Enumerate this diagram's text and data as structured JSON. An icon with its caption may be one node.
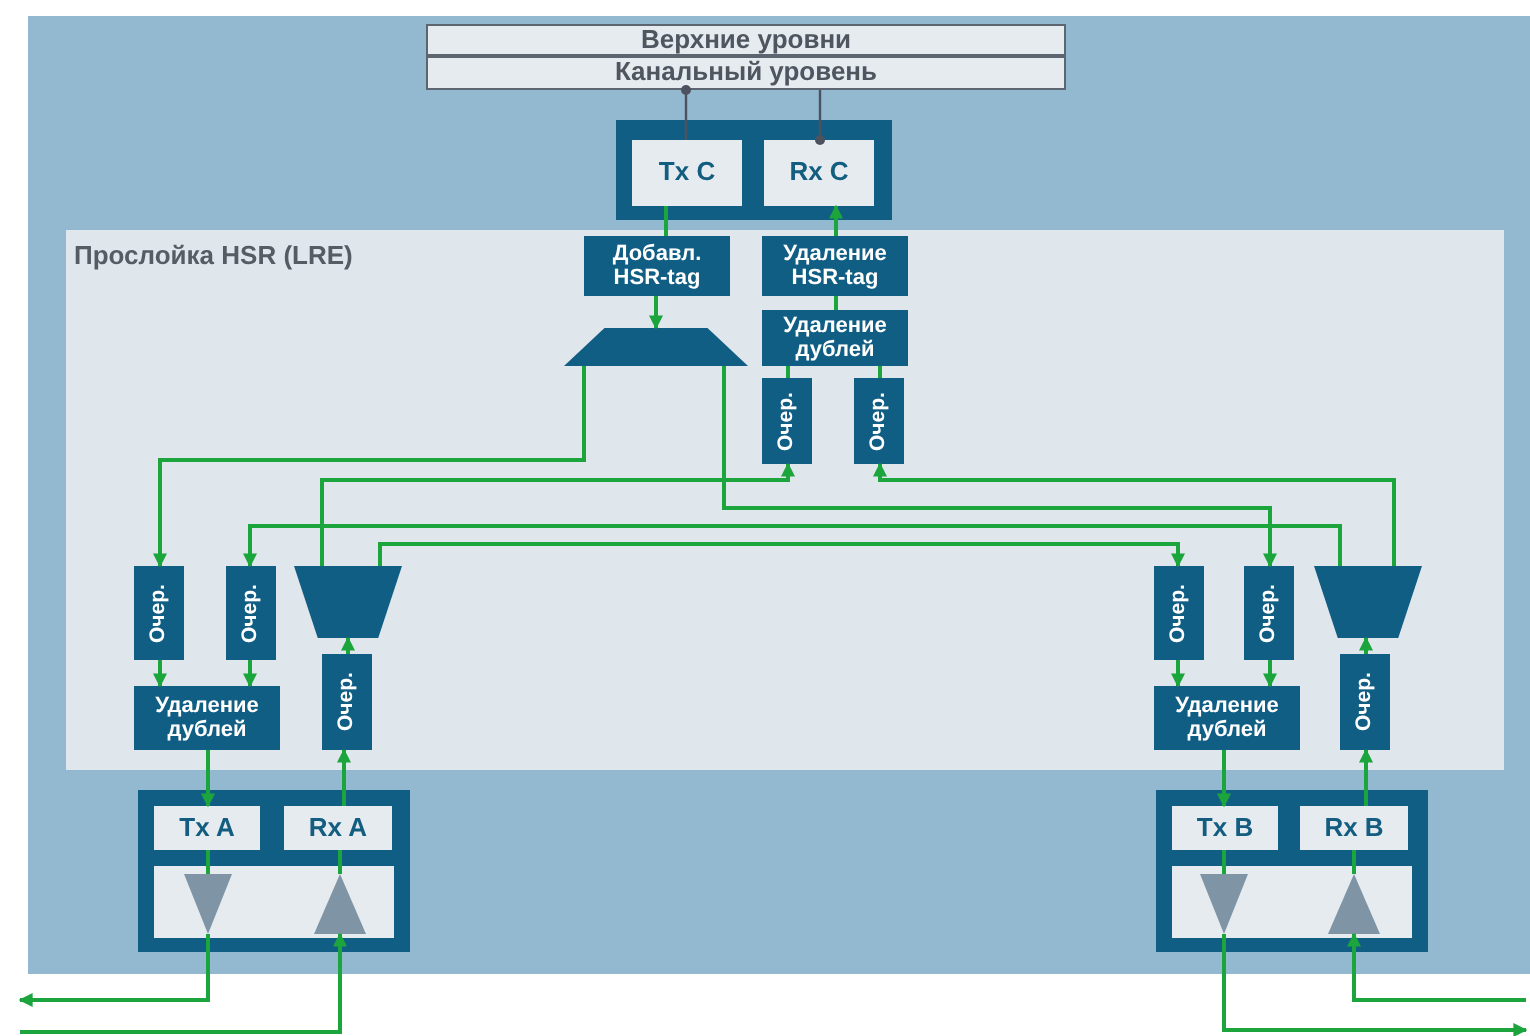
{
  "diagram": {
    "nodes": [
      {
        "text": [
          "Верхние уровни"
        ]
      },
      {
        "text": [
          "Канальный уровень"
        ]
      },
      {
        "text": [],
        "shape": "box"
      },
      {
        "text": [
          "Tx C"
        ],
        "in": 2
      },
      {
        "text": [
          "Rx C"
        ],
        "in": 2
      },
      {
        "text": [
          "Прослойка HSR (LRE)"
        ]
      },
      {
        "text": [
          "Добавл. HSR-tag"
        ],
        "in": 5
      },
      {
        "text": [
          "Удаление HSR-tag"
        ],
        "in": 5
      },
      {
        "text": [
          "Удаление дублей"
        ],
        "in": 5
      },
      {
        "text": [],
        "shape": "trapezoid",
        "in": 5
      },
      {
        "text": [
          "Очер."
        ],
        "in": 5
      },
      {
        "text": [
          "Очер."
        ],
        "in": 5
      },
      {
        "text": [
          "Очер."
        ],
        "in": 5
      },
      {
        "text": [
          "Очер."
        ],
        "in": 5
      },
      {
        "text": [],
        "shape": "trapezoid",
        "in": 5
      },
      {
        "text": [
          "Удаление дублей"
        ],
        "in": 5
      },
      {
        "text": [
          "Очер."
        ],
        "in": 5
      },
      {
        "text": [],
        "shape": "box"
      },
      {
        "text": [
          "Tx A"
        ],
        "in": 17
      },
      {
        "text": [
          "Rx A"
        ],
        "in": 17
      },
      {
        "text": [],
        "shape": "triangle",
        "in": 17
      },
      {
        "text": [],
        "shape": "triangle",
        "in": 17
      },
      {
        "text": [
          "Очер."
        ],
        "in": 5
      },
      {
        "text": [
          "Очер."
        ],
        "in": 5
      },
      {
        "text": [],
        "shape": "trapezoid",
        "in": 5
      },
      {
        "text": [
          "Удаление дублей"
        ],
        "in": 5
      },
      {
        "text": [
          "Очер."
        ],
        "in": 5
      },
      {
        "text": [],
        "shape": "box"
      },
      {
        "text": [
          "Tx B"
        ],
        "in": 27
      },
      {
        "text": [
          "Rx B"
        ],
        "in": 27
      },
      {
        "text": [],
        "shape": "triangle",
        "in": 27
      },
      {
        "text": [],
        "shape": "triangle",
        "in": 27
      }
    ],
    "edges": [
      {
        "from": 3,
        "to": 1,
        "arrow": "other",
        "color": "#4d5260"
      },
      {
        "from": 1,
        "to": 4,
        "arrow": "other",
        "color": "#4d5260"
      },
      {
        "from": 3,
        "to": 6,
        "arrow": "none"
      },
      {
        "from": 7,
        "to": 4,
        "arrow": "to"
      },
      {
        "from": 8,
        "to": 7,
        "arrow": "none"
      },
      {
        "from": 6,
        "to": 9,
        "arrow": "to"
      },
      {
        "from": 10,
        "to": 8,
        "arrow": "none"
      },
      {
        "from": 11,
        "to": 8,
        "arrow": "none"
      },
      {
        "from": 9,
        "to": 12,
        "arrow": "to"
      },
      {
        "from": 9,
        "to": 23,
        "arrow": "to"
      },
      {
        "from": 14,
        "to": 10,
        "arrow": "to"
      },
      {
        "from": 14,
        "to": 22,
        "arrow": "to"
      },
      {
        "from": 24,
        "to": 11,
        "arrow": "to"
      },
      {
        "from": 24,
        "to": 13,
        "arrow": "to"
      },
      {
        "from": 12,
        "to": 15,
        "arrow": "to"
      },
      {
        "from": 13,
        "to": 15,
        "arrow": "to"
      },
      {
        "from": 15,
        "to": 18,
        "arrow": "to"
      },
      {
        "from": 16,
        "to": 14,
        "arrow": "to"
      },
      {
        "from": 19,
        "to": 16,
        "arrow": "to"
      },
      {
        "from": 18,
        "to": 20,
        "arrow": "none"
      },
      {
        "from": 21,
        "to": 19,
        "arrow": "none"
      },
      {
        "from": 20,
        "to": null,
        "arrow": "to"
      },
      {
        "from": null,
        "to": 21,
        "arrow": "to"
      },
      {
        "from": 22,
        "to": 25,
        "arrow": "to"
      },
      {
        "from": 23,
        "to": 25,
        "arrow": "to"
      },
      {
        "from": 25,
        "to": 28,
        "arrow": "to"
      },
      {
        "from": 26,
        "to": 24,
        "arrow": "to"
      },
      {
        "from": 29,
        "to": 26,
        "arrow": "to"
      },
      {
        "from": 28,
        "to": 30,
        "arrow": "none"
      },
      {
        "from": 31,
        "to": 29,
        "arrow": "none"
      },
      {
        "from": 30,
        "to": null,
        "arrow": "to"
      },
      {
        "from": null,
        "to": 31,
        "arrow": "to"
      }
    ]
  }
}
